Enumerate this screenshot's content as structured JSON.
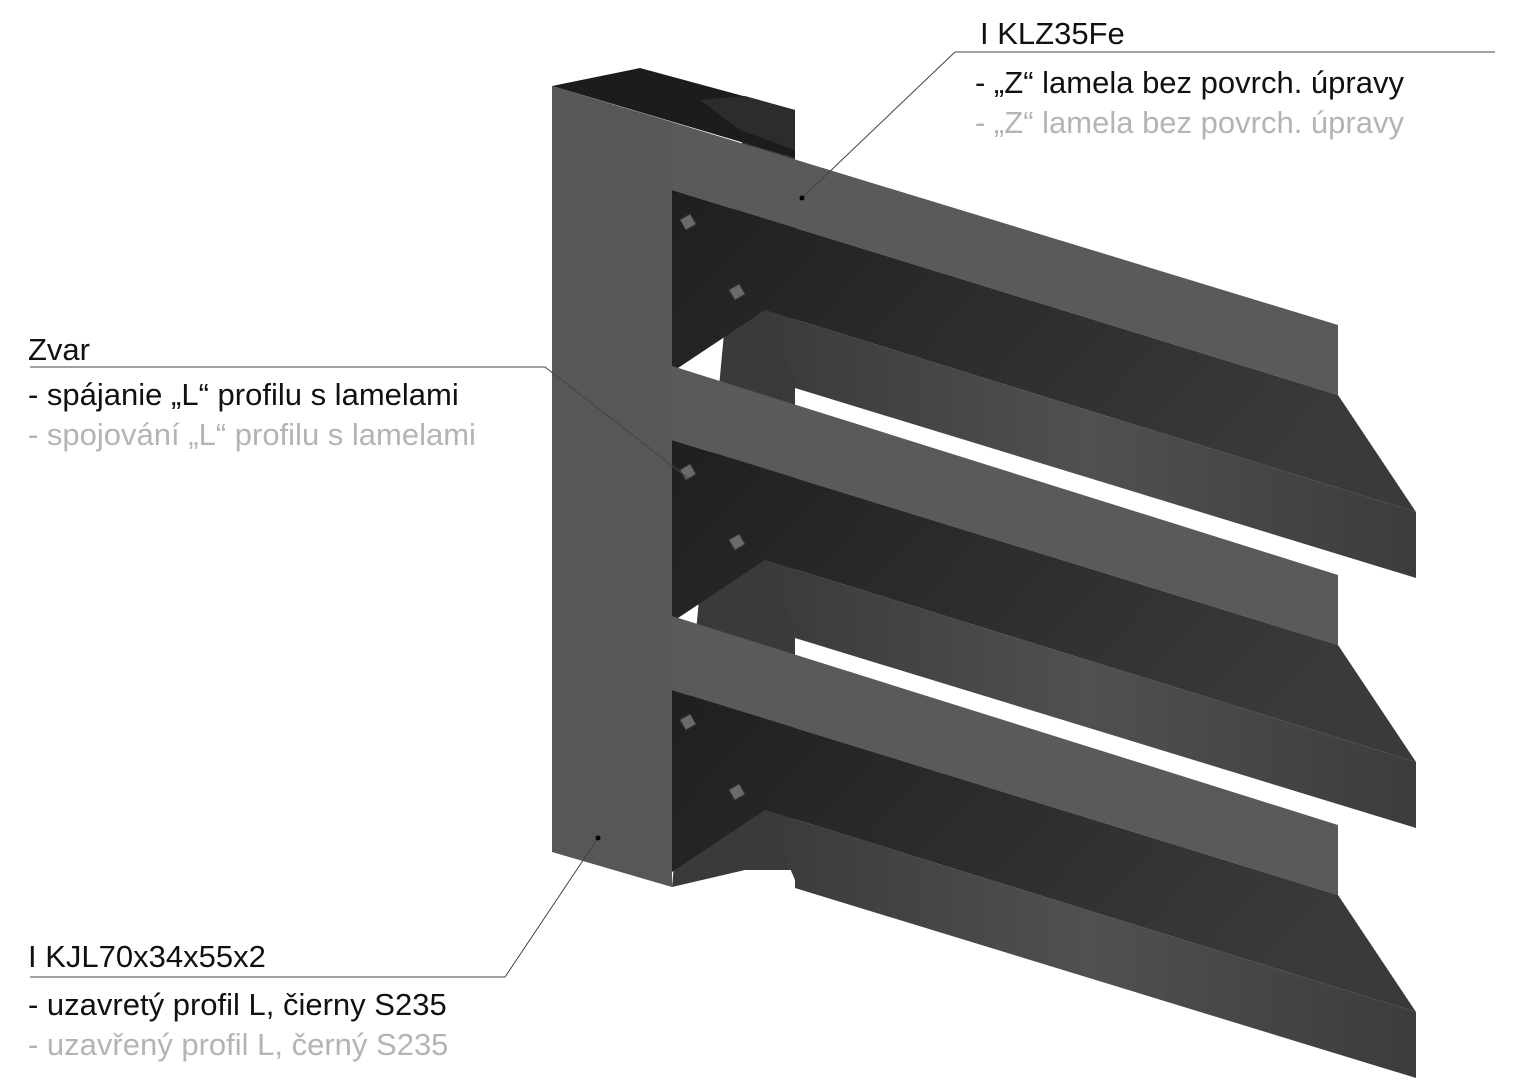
{
  "labels": {
    "lamella": {
      "code": "I KLZ35Fe",
      "desc_sk": "- „Z“ lamela bez povrch. úpravy",
      "desc_cz": "- „Z“ lamela bez povrch. úpravy"
    },
    "weld": {
      "code": "Zvar",
      "desc_sk": "- spájanie „L“ profilu s lamelami",
      "desc_cz": "- spojování „L“ profilu s lamelami"
    },
    "profile": {
      "code": "I KJL70x34x55x2",
      "desc_sk": "- uzavretý profil L, čierny S235",
      "desc_cz": "- uzavřený profil L, černý S235"
    }
  },
  "colors": {
    "face": "#5a5a5a",
    "dark": "#2a2a2a",
    "flange": "#474747",
    "secondary_text": "#b4b4b4"
  }
}
